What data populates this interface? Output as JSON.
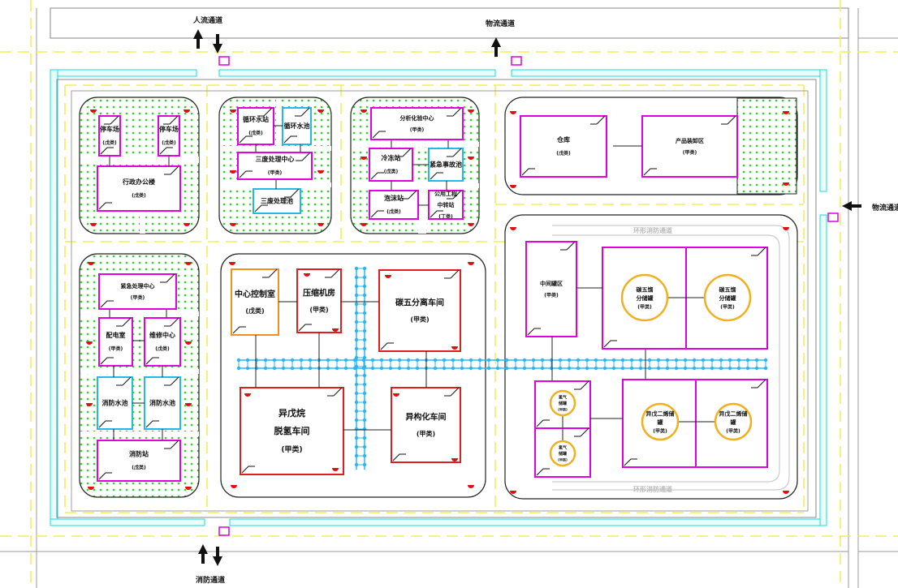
{
  "access_labels": {
    "pedestrian": "人流通道",
    "logistics_top": "物流通道",
    "logistics_right": "物流通道",
    "fire": "消防通道"
  },
  "ring_fire_lane": "环形消防通道",
  "colors": {
    "class_jia_border": "#e01e1e",
    "magenta_border": "#e000e0",
    "cyan_border": "#22b8e8",
    "orange_border": "#f0901e",
    "tank_circle": "#f0b020",
    "green_area": "#22dd22",
    "pipe_rack": "#29b6f6",
    "hydrant": "#e01010",
    "road_centerline": "#f2ee5a"
  },
  "buildings": [
    {
      "id": "parking1",
      "lines": [
        "停车场"
      ],
      "cls": "(戊类)",
      "color": "magenta"
    },
    {
      "id": "parking2",
      "lines": [
        "停车场"
      ],
      "cls": "(戊类)",
      "color": "magenta"
    },
    {
      "id": "office",
      "lines": [
        "行政办公楼"
      ],
      "cls": "(戊类)",
      "color": "magenta"
    },
    {
      "id": "cw_station",
      "lines": [
        "循环水站"
      ],
      "cls": "(戊类)",
      "color": "magenta"
    },
    {
      "id": "cw_pool",
      "lines": [
        "循环水池"
      ],
      "cls": "",
      "color": "cyan"
    },
    {
      "id": "waste_center",
      "lines": [
        "三废处理中心"
      ],
      "cls": "(甲类)",
      "color": "magenta"
    },
    {
      "id": "waste_pool",
      "lines": [
        "三废处理池"
      ],
      "cls": "",
      "color": "cyan"
    },
    {
      "id": "lab",
      "lines": [
        "分析化验中心"
      ],
      "cls": "(甲类)",
      "color": "magenta"
    },
    {
      "id": "chiller",
      "lines": [
        "冷冻站"
      ],
      "cls": "(戊类)",
      "color": "magenta"
    },
    {
      "id": "emergency_pool",
      "lines": [
        "紧急事故池"
      ],
      "cls": "",
      "color": "cyan"
    },
    {
      "id": "foam",
      "lines": [
        "泡沫站"
      ],
      "cls": "(戊类)",
      "color": "magenta"
    },
    {
      "id": "utility",
      "lines": [
        "公用工程",
        "中转站"
      ],
      "cls": "(丁类)",
      "color": "magenta"
    },
    {
      "id": "warehouse",
      "lines": [
        "仓库"
      ],
      "cls": "(戊类)",
      "color": "magenta"
    },
    {
      "id": "loading",
      "lines": [
        "产品装卸区"
      ],
      "cls": "(甲类)",
      "color": "magenta"
    },
    {
      "id": "emergency_center",
      "lines": [
        "紧急处理中心"
      ],
      "cls": "(甲类)",
      "color": "magenta"
    },
    {
      "id": "power",
      "lines": [
        "配电室"
      ],
      "cls": "(甲类)",
      "color": "magenta"
    },
    {
      "id": "maintenance",
      "lines": [
        "维修中心"
      ],
      "cls": "(戊类)",
      "color": "magenta"
    },
    {
      "id": "fire_pool1",
      "lines": [
        "消防水池"
      ],
      "cls": "",
      "color": "cyan"
    },
    {
      "id": "fire_pool2",
      "lines": [
        "消防水池"
      ],
      "cls": "",
      "color": "cyan"
    },
    {
      "id": "fire_station",
      "lines": [
        "消防站"
      ],
      "cls": "(戊类)",
      "color": "magenta"
    },
    {
      "id": "control",
      "lines": [
        "中心控制室"
      ],
      "cls": "(戊类)",
      "color": "orange"
    },
    {
      "id": "compressor",
      "lines": [
        "压缩机房"
      ],
      "cls": "(甲类)",
      "color": "red"
    },
    {
      "id": "c5_separation",
      "lines": [
        "碳五分离车间"
      ],
      "cls": "(甲类)",
      "color": "red"
    },
    {
      "id": "dehydro",
      "lines": [
        "异戊烷",
        "脱氢车间"
      ],
      "cls": "(甲类)",
      "color": "red"
    },
    {
      "id": "isomer",
      "lines": [
        "异构化车间"
      ],
      "cls": "(甲类)",
      "color": "red"
    },
    {
      "id": "mid_tank",
      "lines": [
        "中间罐区"
      ],
      "cls": "(甲类)",
      "color": "magenta"
    },
    {
      "id": "c5_tankyard",
      "lines": [],
      "cls": "",
      "color": "magenta"
    },
    {
      "id": "h2_yard1",
      "lines": [],
      "cls": "",
      "color": "magenta"
    },
    {
      "id": "h2_yard2",
      "lines": [],
      "cls": "",
      "color": "magenta"
    },
    {
      "id": "isoprene_yard",
      "lines": [],
      "cls": "",
      "color": "magenta"
    }
  ],
  "tanks": [
    {
      "id": "c5_tank1",
      "lines": [
        "碳五馏",
        "分储罐"
      ],
      "cls": "(甲类)"
    },
    {
      "id": "c5_tank2",
      "lines": [
        "碳五馏",
        "分储罐"
      ],
      "cls": "(甲类)"
    },
    {
      "id": "h2_tank1",
      "lines": [
        "氢气",
        "储罐"
      ],
      "cls": "(甲类)"
    },
    {
      "id": "h2_tank2",
      "lines": [
        "氢气",
        "储罐"
      ],
      "cls": "(甲类)"
    },
    {
      "id": "isoprene_tank1",
      "lines": [
        "异戊二烯储",
        "罐"
      ],
      "cls": "(甲类)"
    },
    {
      "id": "isoprene_tank2",
      "lines": [
        "异戊二烯储",
        "罐"
      ],
      "cls": "(甲类)"
    }
  ]
}
